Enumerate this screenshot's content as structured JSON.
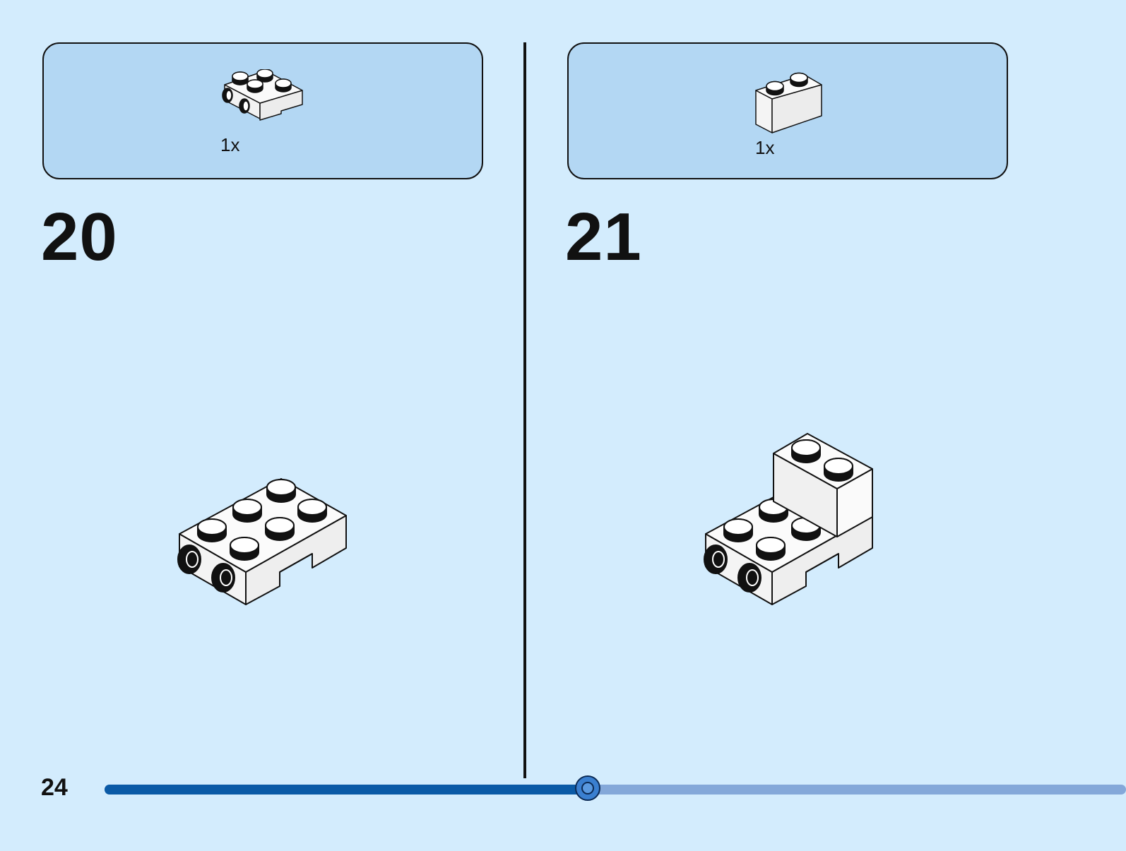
{
  "page_number": "24",
  "progress": {
    "fraction": 0.472
  },
  "steps": [
    {
      "number": "20",
      "parts": [
        {
          "quantity": "1x",
          "icon": "white-2x2-plate-with-side-studs-icon",
          "color": "#ffffff"
        }
      ]
    },
    {
      "number": "21",
      "parts": [
        {
          "quantity": "1x",
          "icon": "white-1x2-brick-icon",
          "color": "#ffffff"
        }
      ]
    }
  ],
  "colors": {
    "page_background": "#d3ecfd",
    "parts_box": "#b3d7f3",
    "progress_done": "#0a5aa6",
    "progress_remaining": "#84a8d9"
  }
}
